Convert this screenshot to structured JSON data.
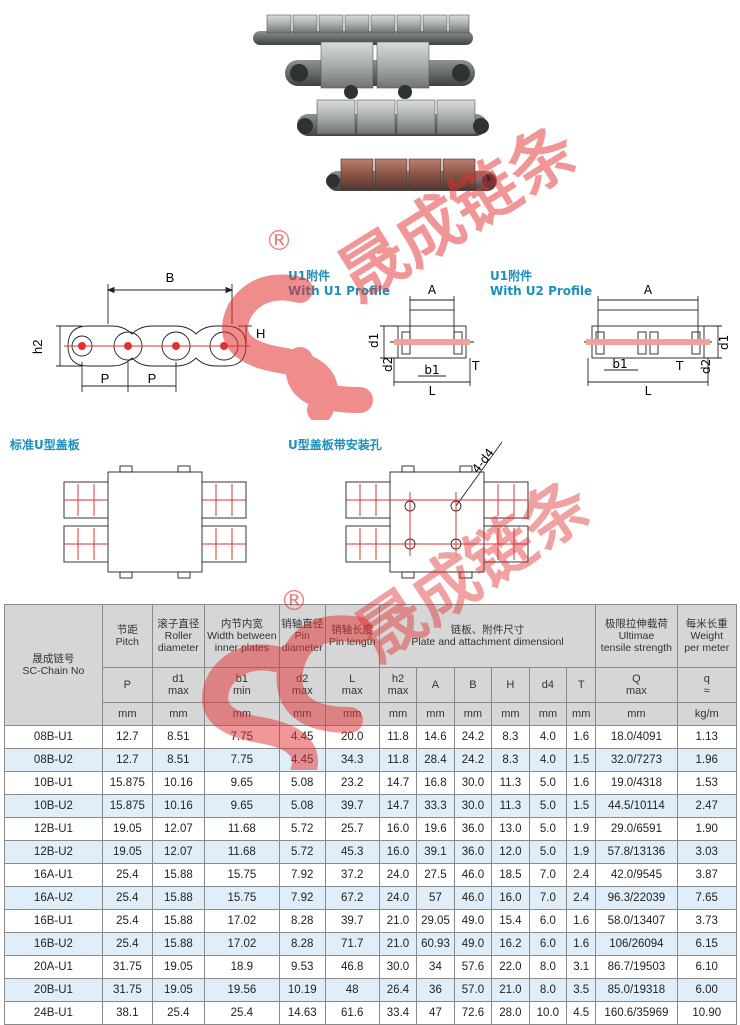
{
  "brand": {
    "logo_letters": "SC",
    "logo_mark": "®",
    "logo_cn": "晟成链条",
    "logo_color": "#e23030"
  },
  "labels": {
    "u1_profile_cn": "U1附件",
    "u1_profile_en": "With U1 Profile",
    "u2_profile_cn": "U1附件",
    "u2_profile_en": "With U2 Profile",
    "std_cover": "标准U型盖板",
    "holes_cover": "U型盖板带安装孔"
  },
  "dims": {
    "B": "B",
    "H": "H",
    "h2": "h2",
    "P": "P",
    "A": "A",
    "d1": "d1",
    "d2": "d2",
    "b1": "b1",
    "T": "T",
    "L": "L",
    "d4": "4-d4"
  },
  "table": {
    "header1": [
      {
        "key": "chain",
        "lines": [
          "晟成链号",
          "SC-Chain No"
        ]
      },
      {
        "key": "pitch",
        "lines": [
          "节距",
          "Pitch"
        ]
      },
      {
        "key": "roller",
        "lines": [
          "滚子直径",
          "Roller",
          "diameter"
        ]
      },
      {
        "key": "inner",
        "lines": [
          "内节内宽",
          "Width between",
          "inner plates"
        ]
      },
      {
        "key": "pin",
        "lines": [
          "销轴直径",
          "Pin",
          "diameter"
        ]
      },
      {
        "key": "pinlen",
        "lines": [
          "销轴长度",
          "Pin length"
        ]
      },
      {
        "key": "plate",
        "lines": [
          "链板、附件尺寸",
          "Plate and attachment dimensionl"
        ]
      },
      {
        "key": "tensile",
        "lines": [
          "极限拉伸载荷",
          "Ultimae",
          "tensile strength"
        ]
      },
      {
        "key": "weight",
        "lines": [
          "每米长重",
          "Weight",
          "per meter"
        ]
      }
    ],
    "header2": [
      {
        "lines": [
          "P"
        ]
      },
      {
        "lines": [
          "d1",
          "max"
        ]
      },
      {
        "lines": [
          "b1",
          "min"
        ]
      },
      {
        "lines": [
          "d2",
          "max"
        ]
      },
      {
        "lines": [
          "L",
          "max"
        ]
      },
      {
        "lines": [
          "h2",
          "max"
        ]
      },
      {
        "lines": [
          "A"
        ]
      },
      {
        "lines": [
          "B"
        ]
      },
      {
        "lines": [
          "H"
        ]
      },
      {
        "lines": [
          "d4"
        ]
      },
      {
        "lines": [
          "T"
        ]
      },
      {
        "lines": [
          "Q",
          "max"
        ]
      },
      {
        "lines": [
          "q",
          "≈"
        ]
      }
    ],
    "units": [
      "mm",
      "mm",
      "mm",
      "mm",
      "mm",
      "mm",
      "mm",
      "mm",
      "mm",
      "mm",
      "mm",
      "mm",
      "kg/m"
    ],
    "rows": [
      [
        "08B-U1",
        "12.7",
        "8.51",
        "7.75",
        "4.45",
        "20.0",
        "11.8",
        "14.6",
        "24.2",
        "8.3",
        "4.0",
        "1.6",
        "18.0/4091",
        "1.13"
      ],
      [
        "08B-U2",
        "12.7",
        "8.51",
        "7.75",
        "4.45",
        "34.3",
        "11.8",
        "28.4",
        "24.2",
        "8.3",
        "4.0",
        "1.5",
        "32.0/7273",
        "1.96"
      ],
      [
        "10B-U1",
        "15.875",
        "10.16",
        "9.65",
        "5.08",
        "23.2",
        "14.7",
        "16.8",
        "30.0",
        "11.3",
        "5.0",
        "1.6",
        "19.0/4318",
        "1.53"
      ],
      [
        "10B-U2",
        "15.875",
        "10.16",
        "9.65",
        "5.08",
        "39.7",
        "14.7",
        "33.3",
        "30.0",
        "11.3",
        "5.0",
        "1.5",
        "44.5/10114",
        "2.47"
      ],
      [
        "12B-U1",
        "19.05",
        "12.07",
        "11.68",
        "5.72",
        "25.7",
        "16.0",
        "19.6",
        "36.0",
        "13.0",
        "5.0",
        "1.9",
        "29.0/6591",
        "1.90"
      ],
      [
        "12B-U2",
        "19.05",
        "12.07",
        "11.68",
        "5.72",
        "45.3",
        "16.0",
        "39.1",
        "36.0",
        "12.0",
        "5.0",
        "1.9",
        "57.8/13136",
        "3.03"
      ],
      [
        "16A-U1",
        "25.4",
        "15.88",
        "15.75",
        "7.92",
        "37.2",
        "24.0",
        "27.5",
        "46.0",
        "18.5",
        "7.0",
        "2.4",
        "42.0/9545",
        "3.87"
      ],
      [
        "16A-U2",
        "25.4",
        "15.88",
        "15.75",
        "7.92",
        "67.2",
        "24.0",
        "57",
        "46.0",
        "16.0",
        "7.0",
        "2.4",
        "96.3/22039",
        "7.65"
      ],
      [
        "16B-U1",
        "25.4",
        "15.88",
        "17.02",
        "8.28",
        "39.7",
        "21.0",
        "29.05",
        "49.0",
        "15.4",
        "6.0",
        "1.6",
        "58.0/13407",
        "3.73"
      ],
      [
        "16B-U2",
        "25.4",
        "15.88",
        "17.02",
        "8.28",
        "71.7",
        "21.0",
        "60.93",
        "49.0",
        "16.2",
        "6.0",
        "1.6",
        "106/26094",
        "6.15"
      ],
      [
        "20A-U1",
        "31.75",
        "19.05",
        "18.9",
        "9.53",
        "46.8",
        "30.0",
        "34",
        "57.6",
        "22.0",
        "8.0",
        "3.1",
        "86.7/19503",
        "6.10"
      ],
      [
        "20B-U1",
        "31.75",
        "19.05",
        "19.56",
        "10.19",
        "48",
        "26.4",
        "36",
        "57.0",
        "21.0",
        "8.0",
        "3.5",
        "85.0/19318",
        "6.00"
      ],
      [
        "24B-U1",
        "38.1",
        "25.4",
        "25.4",
        "14.63",
        "61.6",
        "33.4",
        "47",
        "72.6",
        "28.0",
        "10.0",
        "4.5",
        "160.6/35969",
        "10.90"
      ]
    ]
  }
}
